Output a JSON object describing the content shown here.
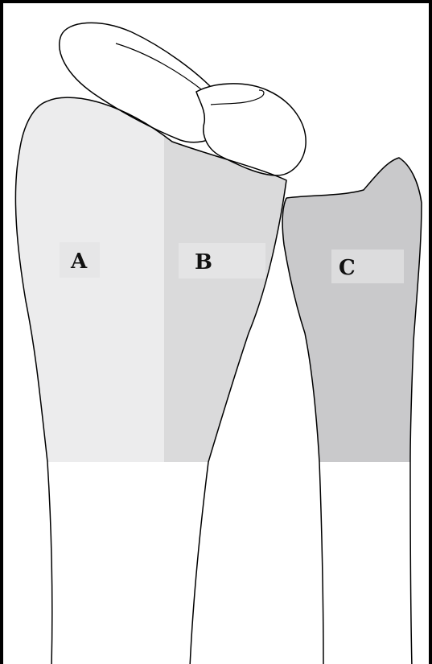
{
  "zones": [
    {
      "id": "A",
      "label": "A",
      "fill": "#ececed"
    },
    {
      "id": "B",
      "label": "B",
      "fill": "#dadadb"
    },
    {
      "id": "C",
      "label": "C",
      "fill": "#c9c9cb"
    }
  ],
  "colors": {
    "outline": "#000000",
    "label_box_a": "#e6e6e7",
    "label_box_b": "#e4e4e5",
    "label_box_c": "#dcdcdd",
    "background": "#ffffff"
  }
}
